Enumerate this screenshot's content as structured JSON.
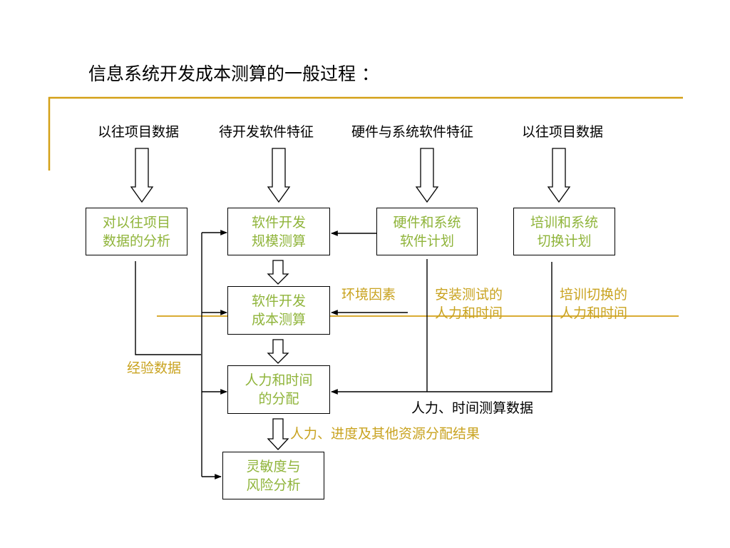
{
  "title": "信息系统开发成本测算的一般过程 ：",
  "colors": {
    "accent_gold": "#d4a017",
    "node_text": "#8fb43a",
    "note_text": "#c9a320",
    "line": "#000000"
  },
  "inputs": {
    "past_data_1": "以往项目数据",
    "software_features": "待开发软件特征",
    "hardware_system_features": "硬件与系统软件特征",
    "past_data_2": "以往项目数据"
  },
  "nodes": {
    "past_analysis": "对以往项目\n数据的分析",
    "scale_estimate": "软件开发\n规模测算",
    "hw_sw_plan": "硬件和系统\n软件计划",
    "training_plan": "培训和系统\n切换计划",
    "cost_estimate": "软件开发\n成本测算",
    "labor_time_allocation": "人力和时间\n的分配",
    "sensitivity_risk": "灵敏度与\n风险分析"
  },
  "notes": {
    "environment_factors": "环境因素",
    "install_test_labor": "安装测试的\n人力和时间",
    "training_switch_labor": "培训切换的\n人力和时间",
    "experience_data": "经验数据",
    "labor_time_data": "人力、时间测算数据",
    "allocation_results": "人力、进度及其他资源分配结果"
  }
}
